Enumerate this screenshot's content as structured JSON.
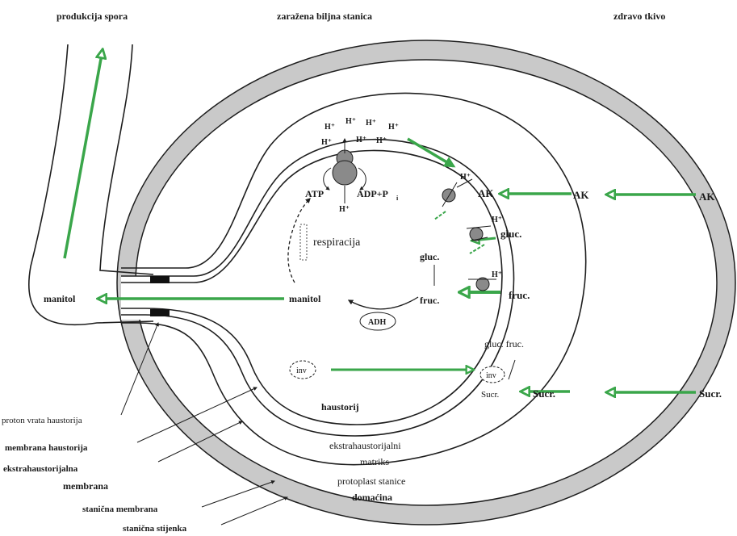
{
  "top": {
    "spore_production": "produkcija spora",
    "infected_cell": "zaražena biljna stanica",
    "healthy_tissue": "zdravo tkivo"
  },
  "protons": {
    "h": "H⁺"
  },
  "energy": {
    "atp": "ATP",
    "adp": "ADP+P",
    "adp_sub": "i",
    "respiration": "respiracija",
    "adh": "ADH"
  },
  "transport": {
    "ak": "AK",
    "ak_mid": "AK",
    "ak_right": "AK",
    "gluc_membrane": "gluc.",
    "gluc_inner": "gluc.",
    "fruc_membrane": "fruc.",
    "fruc_inner": "fruc.",
    "gluc_fruc_right": "gluc. fruc.",
    "inv": "inv",
    "sucr_inner": "Sucr.",
    "sucr_mid": "Sucr.",
    "sucr_right": "Sucr."
  },
  "labels": {
    "manitol_left": "manitol",
    "manitol_center": "manitol",
    "haustorium": "haustorij",
    "extra_matrix_1": "ekstrahaustorijalni",
    "extra_matrix_2": "matriks",
    "host_protoplast_1": "protoplast stanice",
    "host_protoplast_2": "domaćina",
    "neck_band": "proton vrata haustorija",
    "haustorial_membrane": "membrana haustorija",
    "extra_membrane_1": "ekstrahaustorijalna",
    "extra_membrane_2": "membrana",
    "cell_membrane": "stanična membrana",
    "cell_wall": "stanična stijenka"
  },
  "colors": {
    "arrow_green": "#3aa64a",
    "wall_grey": "#c9c9c9",
    "line_dark": "#1e1e1e",
    "protein_grey": "#8a8a8a"
  }
}
